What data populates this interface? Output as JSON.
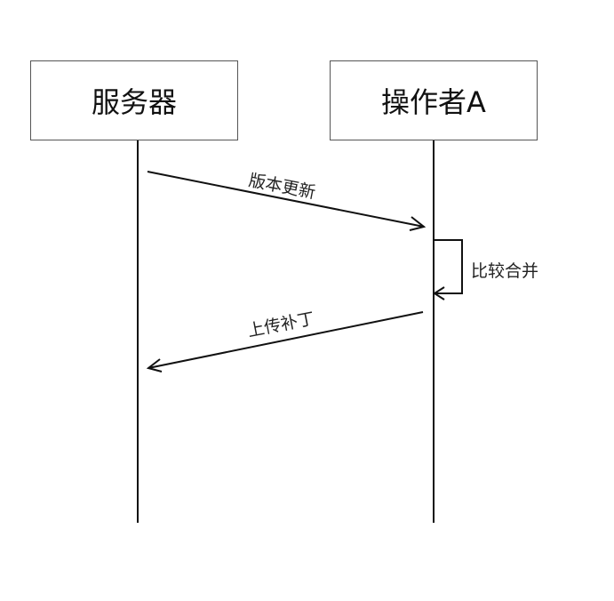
{
  "diagram": {
    "type": "sequence",
    "participants": [
      {
        "id": "server",
        "label": "服务器"
      },
      {
        "id": "operator",
        "label": "操作者A"
      }
    ],
    "messages": [
      {
        "from": "server",
        "to": "operator",
        "label": "版本更新"
      },
      {
        "from": "operator",
        "to": "operator",
        "label": "比较合并"
      },
      {
        "from": "operator",
        "to": "server",
        "label": "上传补丁"
      }
    ]
  }
}
